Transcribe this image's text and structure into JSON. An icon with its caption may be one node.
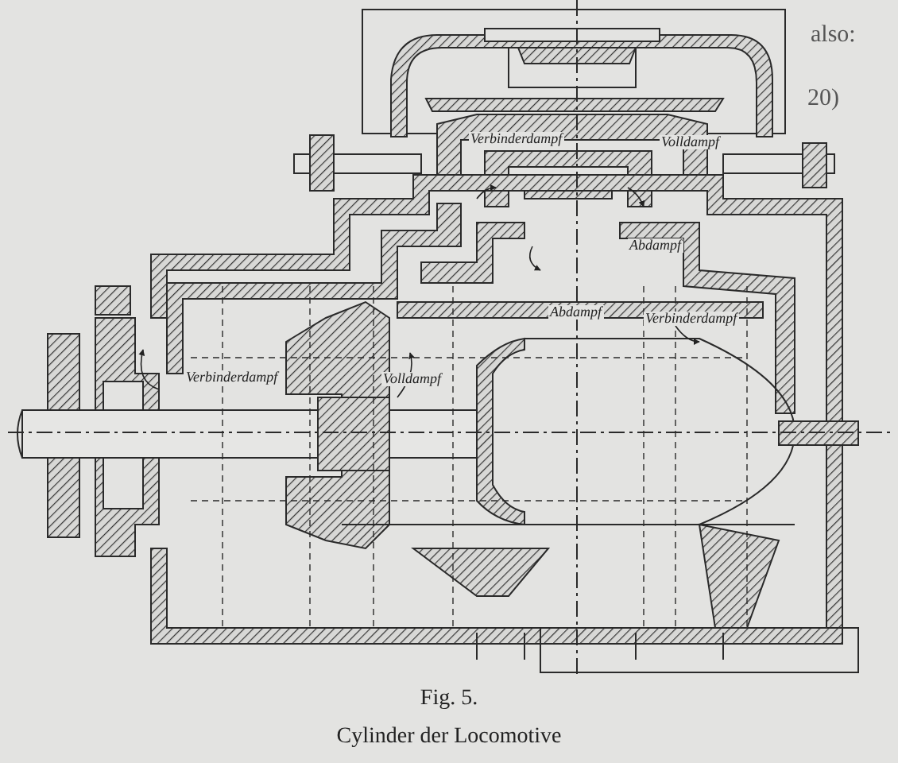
{
  "diagram": {
    "title": "Fig. 5.",
    "caption": "Cylinder der Locomotive",
    "labels": [
      "also:",
      "20)",
      "Verbinderdampf",
      "Volldampf",
      "Abdampf",
      "Abdampf",
      "Verbinderdampf",
      "Verbinderdampf",
      "Volldampf"
    ]
  }
}
